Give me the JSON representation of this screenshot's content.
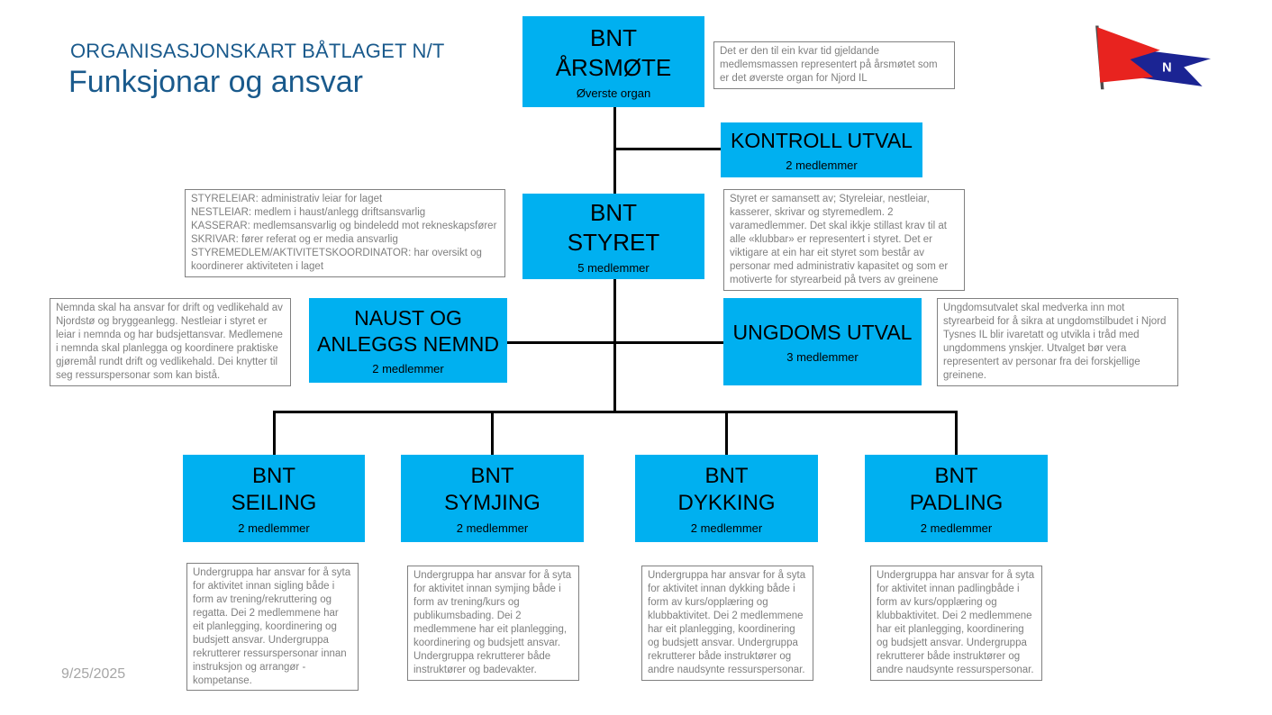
{
  "page": {
    "title_small": "ORGANISASJONSKART BÅTLAGET N/T",
    "title_large": "Funksjonar og ansvar",
    "date": "9/25/2025"
  },
  "colors": {
    "node_fill": "#00b0f0",
    "heading_blue": "#1a5a8c",
    "note_text": "#7f7f7f",
    "connector": "#000000",
    "logo_red": "#e8231f",
    "logo_blue": "#1b2493"
  },
  "logo": {
    "letter": "N"
  },
  "nodes": {
    "arsmote": {
      "line1": "BNT",
      "line2": "ÅRSMØTE",
      "sub": "Øverste organ"
    },
    "kontroll": {
      "line1": "KONTROLL UTVAL",
      "sub": "2 medlemmer"
    },
    "styret": {
      "line1": "BNT",
      "line2": "STYRET",
      "sub": "5 medlemmer"
    },
    "naust": {
      "line1": "NAUST OG",
      "line2": "ANLEGGS NEMND",
      "sub": "2 medlemmer"
    },
    "ungdoms": {
      "line1": "UNGDOMS UTVAL",
      "sub": "3 medlemmer"
    },
    "seiling": {
      "line1": "BNT",
      "line2": "SEILING",
      "sub": "2 medlemmer"
    },
    "symjing": {
      "line1": "BNT",
      "line2": "SYMJING",
      "sub": "2 medlemmer"
    },
    "dykking": {
      "line1": "BNT",
      "line2": "DYKKING",
      "sub": "2 medlemmer"
    },
    "padling": {
      "line1": "BNT",
      "line2": "PADLING",
      "sub": "2 medlemmer"
    }
  },
  "notes": {
    "arsmote": "Det er den til ein kvar tid gjeldande medlemsmassen representert på årsmøtet som er det øverste organ for Njord IL",
    "roller": "STYRELEIAR: administrativ leiar for laget\nNESTLEIAR: medlem i haust/anlegg driftsansvarlig\nKASSERAR: medlemsansvarlig og bindeledd mot rekneskapsfører\nSKRIVAR: fører referat og er media ansvarlig\nSTYREMEDLEM/AKTIVITETSKOORDINATOR: har oversikt og koordinerer aktiviteten i laget",
    "styret": "Styret er samansett av; Styreleiar, nestleiar, kasserer, skrivar og styremedlem. 2 varamedlemmer. Det skal ikkje stillast krav til at alle «klubbar» er representert i styret. Det er viktigare at ein har eit styret som består av personar med administrativ kapasitet og som er motiverte for styrearbeid på tvers av greinene",
    "nemnda": "Nemnda skal ha ansvar for drift og vedlikehald av Njordstø og bryggeanlegg. Nestleiar i styret er leiar i nemnda og har budsjettansvar. Medlemene i nemnda skal planlegga og koordinere praktiske gjøremål rundt drift og vedlikehald. Dei knytter til seg ressurspersonar som kan bistå.",
    "ungdom": "Ungdomsutvalet skal medverka inn mot styrearbeid for å sikra at ungdomstilbudet i Njord Tysnes IL blir ivaretatt og utvikla i tråd med ungdommens ynskjer. Utvalget bør vera representert av personar fra dei forskjellige greinene.",
    "seiling": "Undergruppa har ansvar for å syta for aktivitet innan sigling både i form av trening/rekruttering og regatta. Dei 2 medlemmene har eit planlegging, koordinering og budsjett ansvar. Undergruppa rekrutterer ressurspersonar innan instruksjon og arrangør - kompetanse.",
    "symjing": "Undergruppa har ansvar for å syta for aktivitet innan symjing både i form av trening/kurs og publikumsbading. Dei 2 medlemmene har eit planlegging, koordinering og budsjett ansvar. Undergruppa rekrutterer både instruktører og badevakter.",
    "dykking": "Undergruppa har ansvar for å syta for aktivitet innan dykking både i form av kurs/opplæring og klubbaktivitet. Dei 2 medlemmene har eit planlegging, koordinering og budsjett ansvar. Undergruppa rekrutterer både instruktører og andre naudsynte ressurspersonar.",
    "padling": "Undergruppa har ansvar for å syta for aktivitet innan padlingbåde i form av kurs/opplæring og klubbaktivitet. Dei 2 medlemmene har eit planlegging, koordinering og budsjett ansvar. Undergruppa rekrutterer både instruktører og andre naudsynte ressurspersonar."
  }
}
